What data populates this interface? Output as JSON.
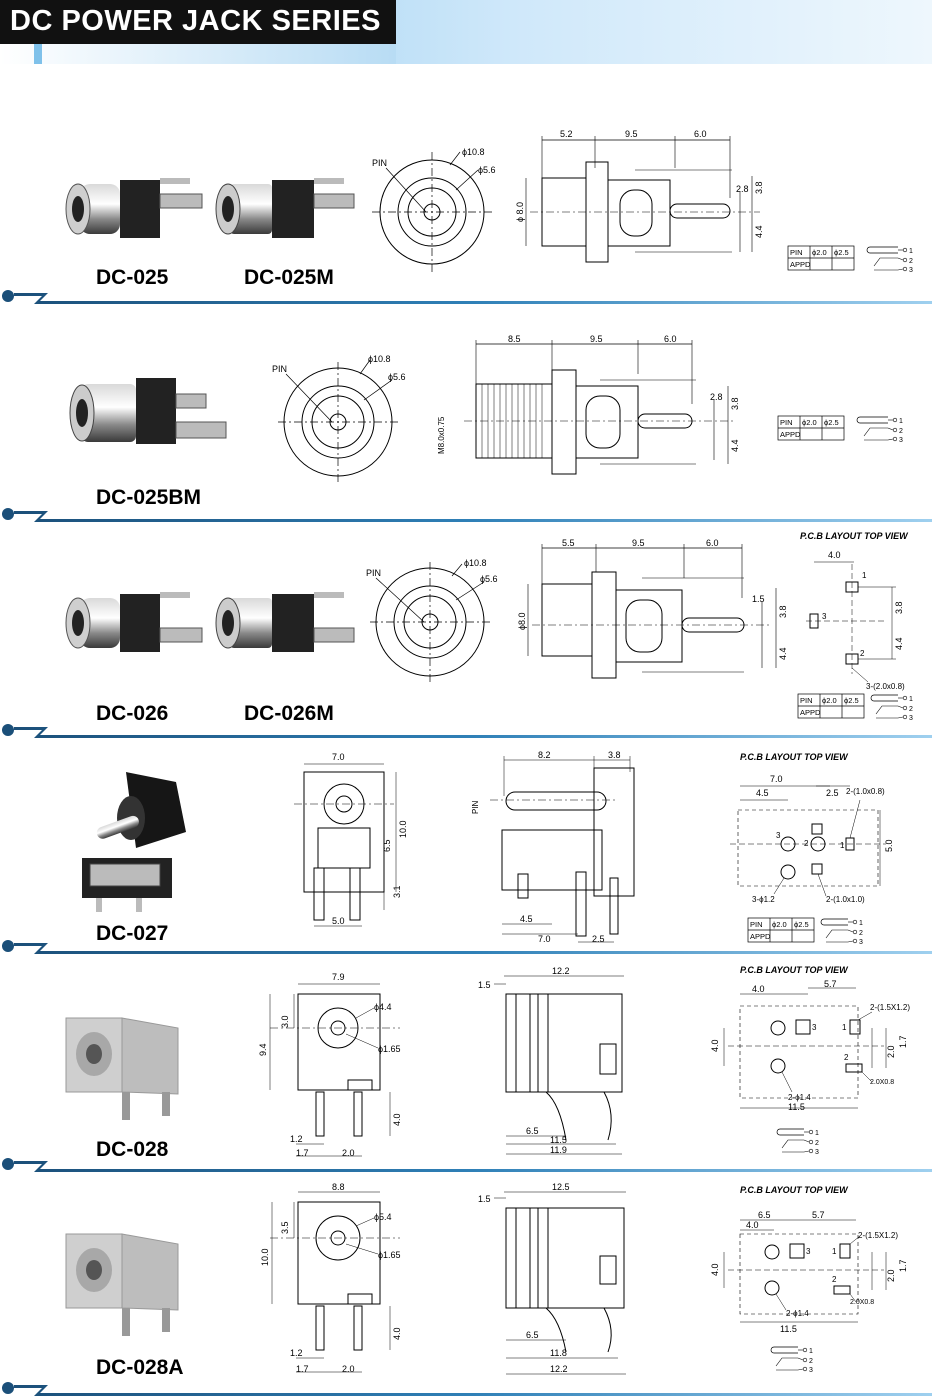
{
  "header": {
    "title": "DC POWER JACK SERIES"
  },
  "pin_table": {
    "pin": "PIN",
    "d1": "ϕ2.0",
    "d2": "ϕ2.5",
    "appd": "APPD",
    "n1": "1",
    "n2": "2",
    "n3": "3"
  },
  "pcb_caption": "P.C.B LAYOUT     TOP VIEW",
  "sections": [
    {
      "models": [
        "DC-025",
        "DC-025M"
      ],
      "front": {
        "pin": "PIN",
        "outer": "ϕ10.8",
        "inner": "ϕ5.6"
      },
      "side": {
        "a": "5.2",
        "b": "9.5",
        "c": "6.0",
        "d": "ϕ 8.0",
        "e": "2.8",
        "f": "3.8",
        "g": "4.4"
      }
    },
    {
      "models": [
        "DC-025BM"
      ],
      "front": {
        "pin": "PIN",
        "outer": "ϕ10.8",
        "inner": "ϕ5.6"
      },
      "side": {
        "a": "8.5",
        "b": "9.5",
        "c": "6.0",
        "d": "M8.0x0.75",
        "e": "2.8",
        "f": "3.8",
        "g": "4.4"
      }
    },
    {
      "models": [
        "DC-026",
        "DC-026M"
      ],
      "front": {
        "pin": "PIN",
        "outer": "ϕ10.8",
        "inner": "ϕ5.6"
      },
      "side": {
        "a": "5.5",
        "b": "9.5",
        "c": "6.0",
        "d": "ϕ8.0",
        "e": "1.5",
        "f": "3.8",
        "g": "4.4"
      },
      "pcb": {
        "w": "4.0",
        "v1": "3.8",
        "v2": "4.4",
        "n1": "1",
        "n2": "2",
        "n3": "3",
        "note": "3-(2.0x0.8)"
      }
    },
    {
      "models": [
        "DC-027"
      ],
      "front": {
        "top": "7.0",
        "h": "10.0",
        "h2": "6.5",
        "h3": "3.1",
        "w": "5.0"
      },
      "side": {
        "a": "8.2",
        "b": "3.8",
        "pin": "PIN",
        "c": "4.5",
        "d": "7.0",
        "e": "2.5"
      },
      "pcb": {
        "w1": "7.0",
        "w2": "4.5",
        "w3": "2.5",
        "h": "5.0",
        "n1": "1",
        "n2": "2",
        "n3": "3",
        "note1": "2-(1.0x0.8)",
        "note2": "3-ϕ1.2",
        "note3": "2-(1.0x1.0)"
      }
    },
    {
      "models": [
        "DC-028"
      ],
      "front": {
        "top": "7.9",
        "h": "9.4",
        "h2": "3.0",
        "d1": "ϕ4.4",
        "d2": "ϕ1.65",
        "pin": "4.0",
        "b1": "1.2",
        "b2": "1.7",
        "b3": "2.0"
      },
      "side": {
        "a": "12.2",
        "b": "1.5",
        "c": "6.5",
        "d": "11.5",
        "e": "11.9"
      },
      "pcb": {
        "w1": "4.0",
        "w2": "5.7",
        "h": "4.0",
        "v1": "2.0",
        "v2": "1.7",
        "w3": "11.5",
        "n1": "1",
        "n2": "2",
        "n3": "3",
        "note1": "2-(1.5X1.2)",
        "note2": "2.0X0.8",
        "note3": "2-ϕ1.4"
      }
    },
    {
      "models": [
        "DC-028A"
      ],
      "front": {
        "top": "8.8",
        "h": "10.0",
        "h2": "3.5",
        "d1": "ϕ5.4",
        "d2": "ϕ1.65",
        "pin": "4.0",
        "b1": "1.2",
        "b2": "1.7",
        "b3": "2.0"
      },
      "side": {
        "a": "12.5",
        "b": "1.5",
        "c": "6.5",
        "d": "11.8",
        "e": "12.2"
      },
      "pcb": {
        "w0": "6.5",
        "w1": "4.0",
        "w2": "5.7",
        "h": "4.0",
        "v1": "2.0",
        "v2": "1.7",
        "w3": "11.5",
        "n1": "1",
        "n2": "2",
        "n3": "3",
        "note1": "2-(1.5X1.2)",
        "note2": "2.0X0.8",
        "note3": "2-ϕ1.4"
      }
    }
  ]
}
